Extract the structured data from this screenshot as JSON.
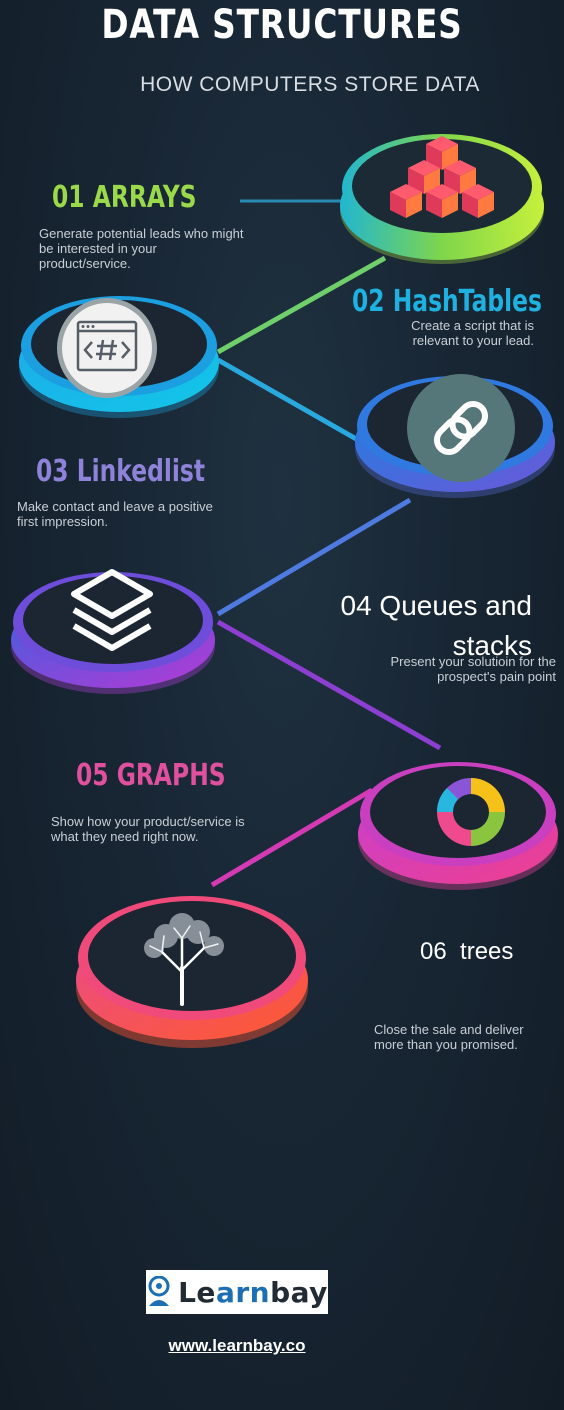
{
  "header": {
    "title": "DATA STRUCTURES",
    "subtitle": "HOW COMPUTERS STORE DATA"
  },
  "items": [
    {
      "heading": "01 ARRAYS",
      "description": "Generate potential leads who might be interested in your product/service.",
      "icon": "cubes-icon",
      "color": "#9ad949"
    },
    {
      "heading": "02  HashTables",
      "description": "Create a script that is relevant to your lead.",
      "icon": "browser-hash-icon",
      "color": "#1fb1e0"
    },
    {
      "heading": "03 Linkedlist",
      "description": "Make contact and leave a positive first impression.",
      "icon": "chain-link-icon",
      "color": "#8f83d9"
    },
    {
      "heading": "04 Queues and stacks",
      "description": "Present your solutioin for the prospect's pain point",
      "icon": "layers-icon",
      "color": "#ffffff"
    },
    {
      "heading": "05 GRAPHS",
      "description": "Show how your product/service is what they need right now.",
      "icon": "cycle-icon",
      "color": "#e0509f"
    },
    {
      "heading": "06  trees",
      "description": "Close the sale and deliver more than you promised.",
      "icon": "tree-icon",
      "color": "#ffffff"
    }
  ],
  "footer": {
    "logo_text_dark": "Le",
    "logo_text_blue": "arn",
    "logo_text_end": "bay",
    "url": "www.learnbay.co"
  }
}
